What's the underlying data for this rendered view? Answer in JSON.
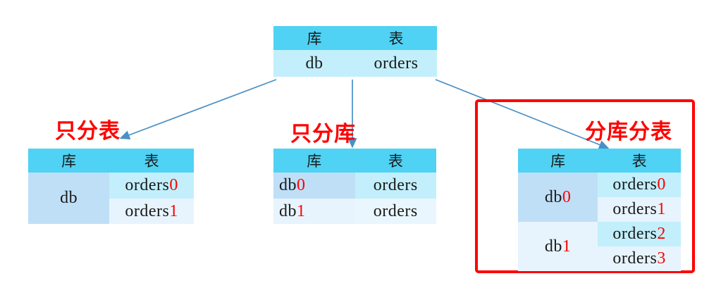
{
  "diagram": {
    "title_note": "",
    "colors": {
      "header_bg": "#4fd2f4",
      "row_blue": "#bfdff7",
      "row_cyan": "#c2effb",
      "row_pale": "#e7f4fd",
      "arrow": "#4a90c4",
      "label_red": "#ff0000",
      "box_red": "#ff0000"
    }
  },
  "columns": {
    "db": "库",
    "table": "表"
  },
  "root_table": {
    "headers": [
      "库",
      "表"
    ],
    "rows": [
      {
        "db": "db",
        "table": "orders"
      }
    ]
  },
  "branches": [
    {
      "id": "table-sharding-only",
      "label": "只分表",
      "headers": [
        "库",
        "表"
      ],
      "rows": [
        {
          "db": "db",
          "db_suffix": "",
          "tables": [
            {
              "base": "orders",
              "suffix": "0"
            },
            {
              "base": "orders",
              "suffix": "1"
            }
          ]
        }
      ]
    },
    {
      "id": "db-sharding-only",
      "label": "只分库",
      "headers": [
        "库",
        "表"
      ],
      "rows": [
        {
          "db": "db",
          "db_suffix": "0",
          "tables": [
            {
              "base": "orders",
              "suffix": ""
            }
          ]
        },
        {
          "db": "db",
          "db_suffix": "1",
          "tables": [
            {
              "base": "orders",
              "suffix": ""
            }
          ]
        }
      ]
    },
    {
      "id": "db-and-table-sharding",
      "label": "分库分表",
      "highlighted": true,
      "headers": [
        "库",
        "表"
      ],
      "rows": [
        {
          "db": "db",
          "db_suffix": "0",
          "tables": [
            {
              "base": "orders",
              "suffix": "0"
            },
            {
              "base": "orders",
              "suffix": "1"
            }
          ]
        },
        {
          "db": "db",
          "db_suffix": "1",
          "tables": [
            {
              "base": "orders",
              "suffix": "2"
            },
            {
              "base": "orders",
              "suffix": "3"
            }
          ]
        }
      ]
    }
  ]
}
